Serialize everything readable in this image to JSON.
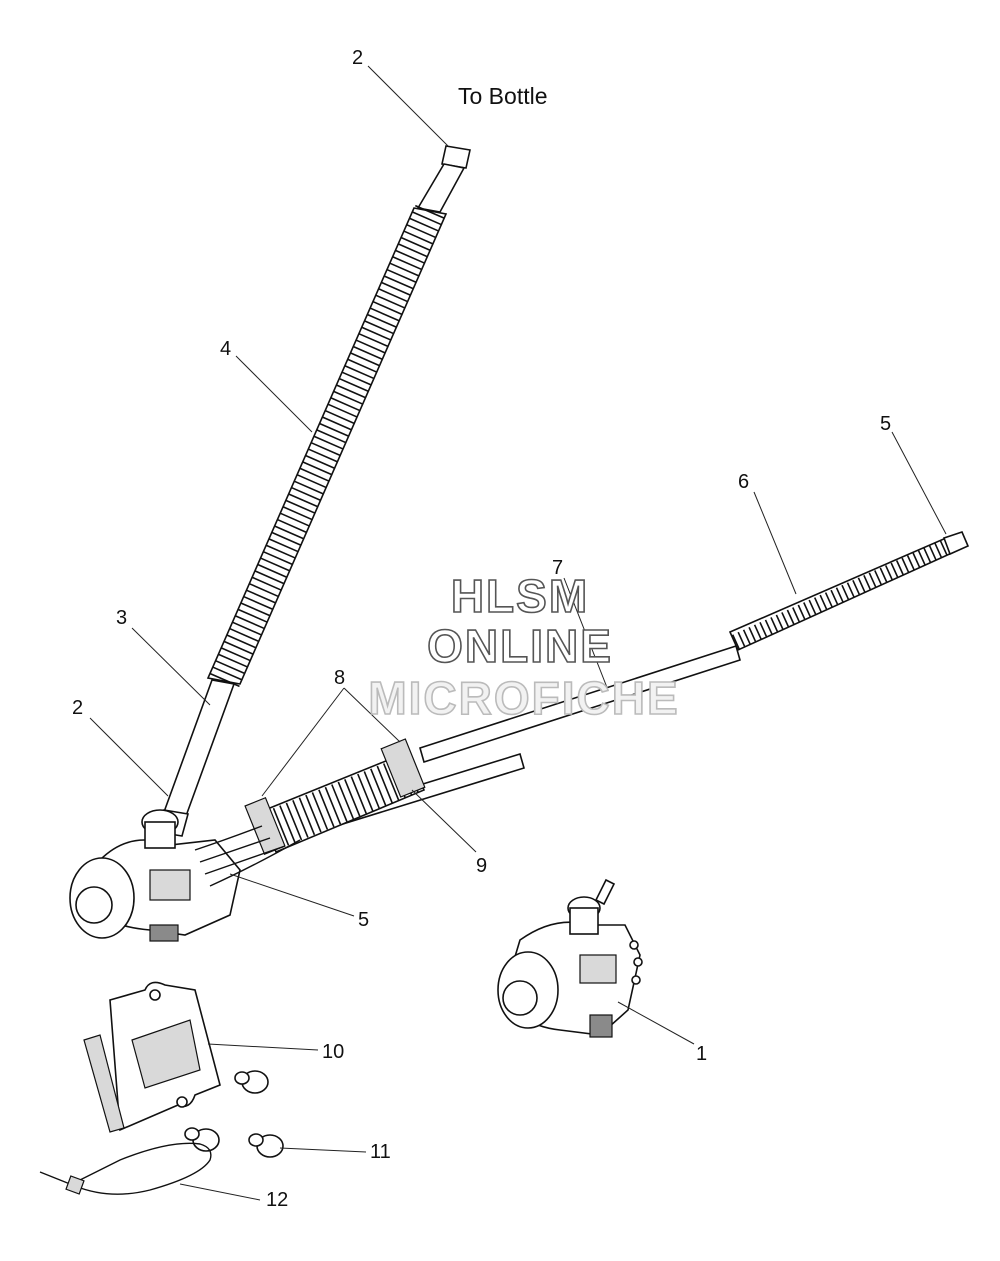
{
  "note": {
    "text": "To Bottle"
  },
  "watermark": {
    "line1": "HLSM",
    "line2": "ONLINE",
    "line3": "MICROFICHE"
  },
  "callouts": [
    {
      "id": "c1",
      "label": "1"
    },
    {
      "id": "c2a",
      "label": "2"
    },
    {
      "id": "c2b",
      "label": "2"
    },
    {
      "id": "c3",
      "label": "3"
    },
    {
      "id": "c4",
      "label": "4"
    },
    {
      "id": "c5a",
      "label": "5"
    },
    {
      "id": "c5b",
      "label": "5"
    },
    {
      "id": "c6",
      "label": "6"
    },
    {
      "id": "c7",
      "label": "7"
    },
    {
      "id": "c8",
      "label": "8"
    },
    {
      "id": "c9",
      "label": "9"
    },
    {
      "id": "c10",
      "label": "10"
    },
    {
      "id": "c11",
      "label": "11"
    },
    {
      "id": "c12",
      "label": "12"
    }
  ]
}
